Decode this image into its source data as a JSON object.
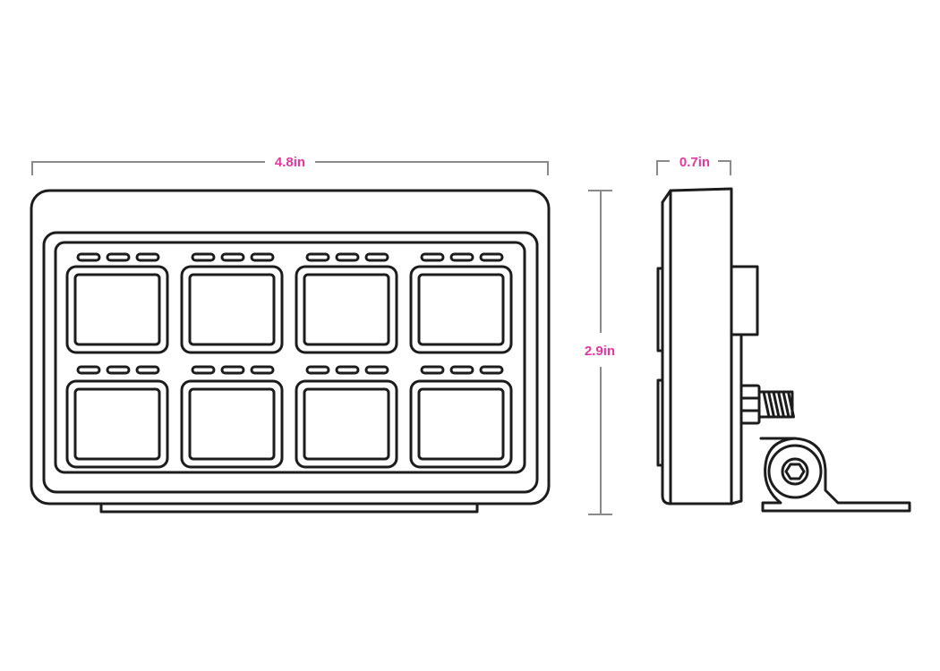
{
  "colors": {
    "dimension_text": "#e0399e",
    "outline": "#1c1c1c",
    "dimension_line": "#8a8a8a",
    "background": "#ffffff"
  },
  "dimensions": {
    "width": "4.8in",
    "height": "2.9in",
    "depth": "0.7in"
  },
  "front_view": {
    "button_rows": 2,
    "buttons_per_row": 4,
    "indicator_dashes_per_button": 3
  },
  "side_view": {
    "fastener": "hex-socket-bolt"
  }
}
